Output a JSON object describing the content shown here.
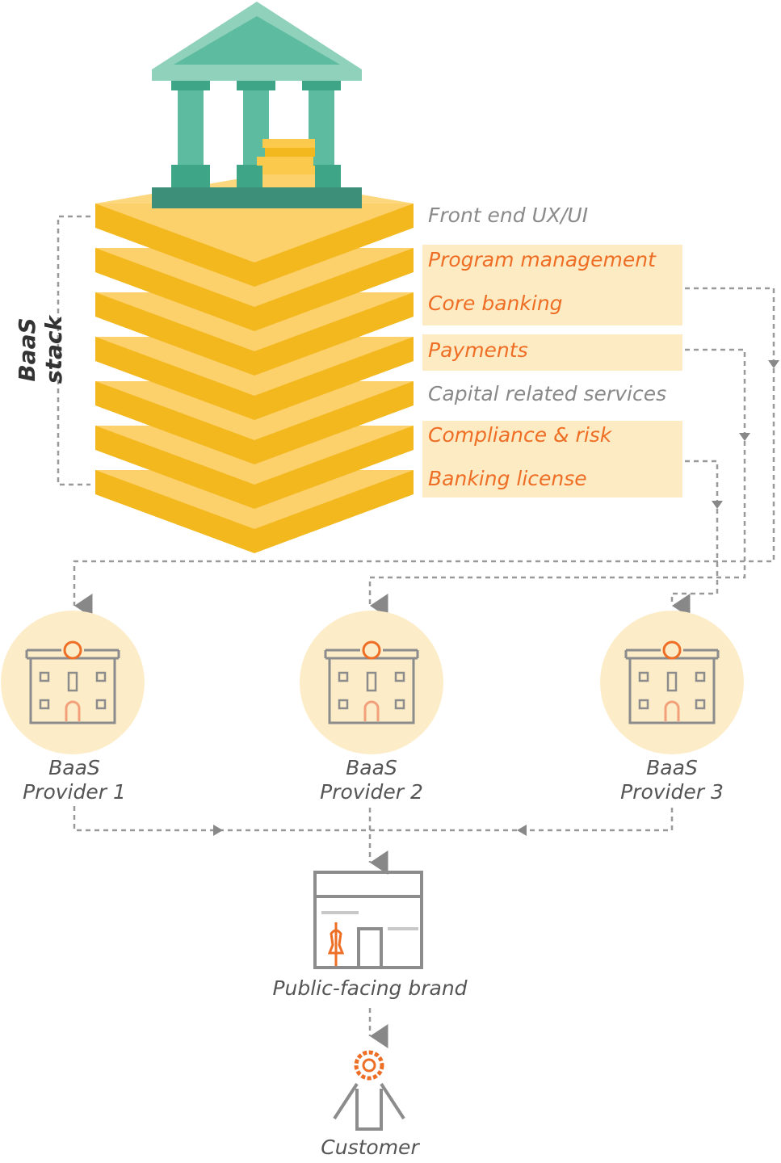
{
  "stack_title": "BaaS stack",
  "layers": [
    {
      "label": "Front end UX/UI",
      "highlighted": false
    },
    {
      "label": "Program management",
      "highlighted": true
    },
    {
      "label": "Core banking",
      "highlighted": true
    },
    {
      "label": "Payments",
      "highlighted": true
    },
    {
      "label": "Capital related services",
      "highlighted": false
    },
    {
      "label": "Compliance & risk",
      "highlighted": true
    },
    {
      "label": "Banking license",
      "highlighted": true
    }
  ],
  "providers": [
    {
      "line1": "BaaS",
      "line2": "Provider 1"
    },
    {
      "line1": "BaaS",
      "line2": "Provider 2"
    },
    {
      "line1": "BaaS",
      "line2": "Provider 3"
    }
  ],
  "brand_label": "Public-facing brand",
  "customer_label": "Customer",
  "colors": {
    "layer_yellow": "#fbc94c",
    "layer_dark": "#f3b81e",
    "highlight_bg": "#fdebc4",
    "highlight_text": "#ee6e25",
    "plain_text": "#8a8a8a",
    "bank_teal": "#5dbb9f",
    "bank_roof": "#8fd1bb",
    "provider_circle": "#fdecc8",
    "icon_orange": "#ee6e25",
    "connector_gray": "#888888"
  },
  "icons": [
    "bank-icon",
    "building-icon",
    "storefront-icon",
    "customer-icon"
  ]
}
